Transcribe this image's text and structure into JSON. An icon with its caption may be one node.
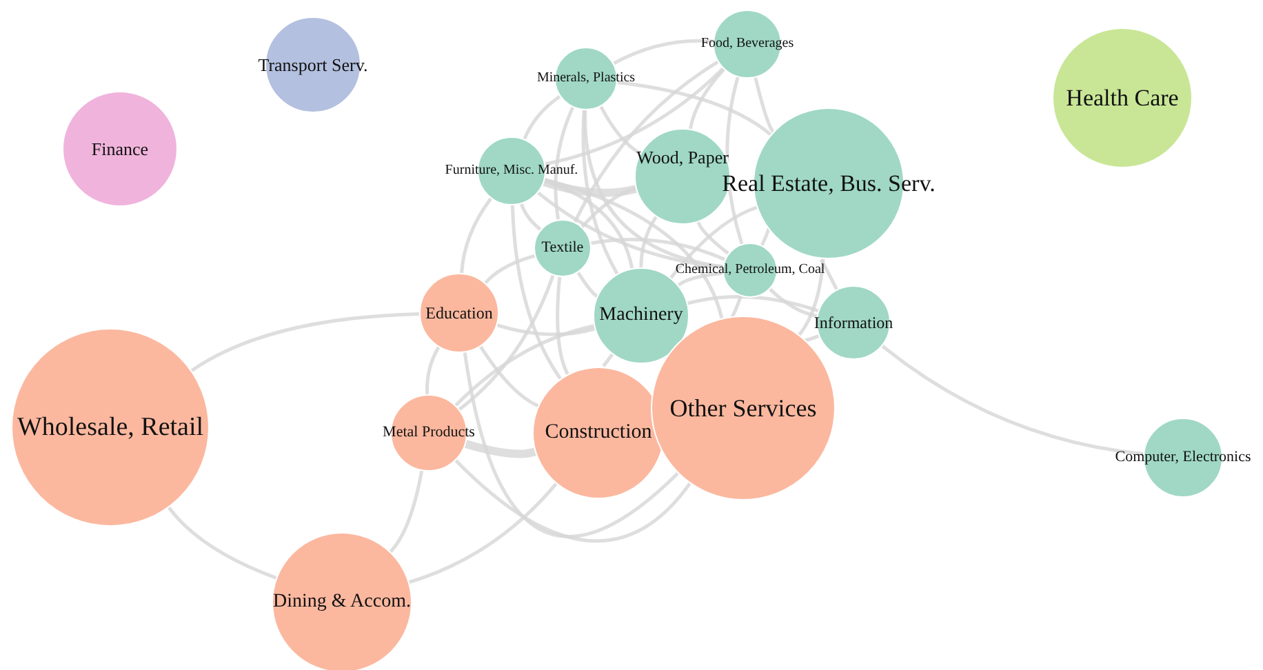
{
  "diagram": {
    "nodes": [
      {
        "text": [
          "Transport Serv."
        ]
      },
      {
        "text": [
          "Finance"
        ]
      },
      {
        "text": [
          "Health Care"
        ]
      },
      {
        "text": [
          "Food, Beverages"
        ]
      },
      {
        "text": [
          "Minerals, Plastics"
        ]
      },
      {
        "text": [
          "Furniture, Misc. Manuf."
        ]
      },
      {
        "text": [
          "Wood, Paper"
        ]
      },
      {
        "text": [
          "Real Estate, Bus. Serv."
        ]
      },
      {
        "text": [
          "Textile"
        ]
      },
      {
        "text": [
          "Chemical, Petroleum, Coal"
        ]
      },
      {
        "text": [
          "Education"
        ]
      },
      {
        "text": [
          "Machinery"
        ]
      },
      {
        "text": [
          "Information"
        ]
      },
      {
        "text": [
          "Wholesale, Retail"
        ]
      },
      {
        "text": [
          "Metal Products"
        ]
      },
      {
        "text": [
          "Construction"
        ]
      },
      {
        "text": [
          "Other Services"
        ]
      },
      {
        "text": [
          "Computer, Electronics"
        ]
      },
      {
        "text": [
          "Dining & Accom."
        ]
      }
    ],
    "edges": [
      {
        "from": 3,
        "to": 4,
        "arrow": "none"
      },
      {
        "from": 3,
        "to": 5,
        "arrow": "none"
      },
      {
        "from": 3,
        "to": 6,
        "arrow": "none"
      },
      {
        "from": 3,
        "to": 7,
        "arrow": "none"
      },
      {
        "from": 3,
        "to": 8,
        "arrow": "none"
      },
      {
        "from": 3,
        "to": 9,
        "arrow": "none"
      },
      {
        "from": 4,
        "to": 5,
        "arrow": "none"
      },
      {
        "from": 4,
        "to": 6,
        "arrow": "none"
      },
      {
        "from": 4,
        "to": 8,
        "arrow": "none"
      },
      {
        "from": 4,
        "to": 11,
        "arrow": "none"
      },
      {
        "from": 4,
        "to": 9,
        "arrow": "none"
      },
      {
        "from": 4,
        "to": 7,
        "arrow": "none"
      },
      {
        "from": 5,
        "to": 6,
        "arrow": "none",
        "style": "thick"
      },
      {
        "from": 5,
        "to": 8,
        "arrow": "none"
      },
      {
        "from": 5,
        "to": 10,
        "arrow": "none"
      },
      {
        "from": 5,
        "to": 11,
        "arrow": "none"
      },
      {
        "from": 5,
        "to": 9,
        "arrow": "none"
      },
      {
        "from": 5,
        "to": 15,
        "arrow": "none"
      },
      {
        "from": 5,
        "to": 16,
        "arrow": "none"
      },
      {
        "from": 6,
        "to": 8,
        "arrow": "none"
      },
      {
        "from": 6,
        "to": 11,
        "arrow": "none"
      },
      {
        "from": 6,
        "to": 9,
        "arrow": "none"
      },
      {
        "from": 7,
        "to": 9,
        "arrow": "none"
      },
      {
        "from": 7,
        "to": 11,
        "arrow": "none"
      },
      {
        "from": 7,
        "to": 12,
        "arrow": "none"
      },
      {
        "from": 7,
        "to": 16,
        "arrow": "none"
      },
      {
        "from": 8,
        "to": 10,
        "arrow": "none"
      },
      {
        "from": 8,
        "to": 11,
        "arrow": "none"
      },
      {
        "from": 8,
        "to": 14,
        "arrow": "none"
      },
      {
        "from": 8,
        "to": 15,
        "arrow": "none"
      },
      {
        "from": 8,
        "to": 9,
        "arrow": "none"
      },
      {
        "from": 9,
        "to": 11,
        "arrow": "none"
      },
      {
        "from": 9,
        "to": 12,
        "arrow": "none"
      },
      {
        "from": 9,
        "to": 16,
        "arrow": "none"
      },
      {
        "from": 10,
        "to": 11,
        "arrow": "none"
      },
      {
        "from": 10,
        "to": 15,
        "arrow": "none"
      },
      {
        "from": 10,
        "to": 16,
        "arrow": "none"
      },
      {
        "from": 10,
        "to": 14,
        "arrow": "none"
      },
      {
        "from": 11,
        "to": 12,
        "arrow": "none"
      },
      {
        "from": 11,
        "to": 15,
        "arrow": "none"
      },
      {
        "from": 11,
        "to": 16,
        "arrow": "none"
      },
      {
        "from": 11,
        "to": 14,
        "arrow": "none"
      },
      {
        "from": 12,
        "to": 16,
        "arrow": "none"
      },
      {
        "from": 14,
        "to": 15,
        "arrow": "none",
        "style": "thick"
      },
      {
        "from": 14,
        "to": 16,
        "arrow": "none"
      },
      {
        "from": 10,
        "to": 13,
        "arrow": "none"
      },
      {
        "from": 13,
        "to": 18,
        "arrow": "none"
      },
      {
        "from": 18,
        "to": 14,
        "arrow": "none"
      },
      {
        "from": 18,
        "to": 15,
        "arrow": "none"
      },
      {
        "from": 12,
        "to": 17,
        "arrow": "none"
      }
    ]
  }
}
